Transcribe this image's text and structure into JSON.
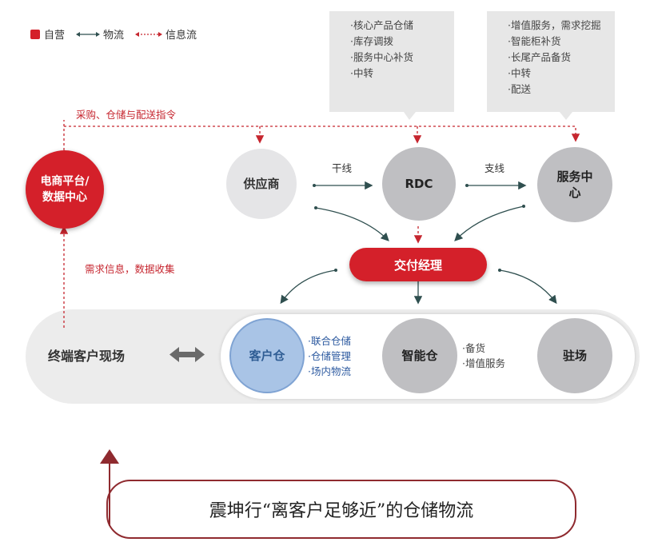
{
  "legend": {
    "self_operated": "自营",
    "logistics_flow": "物流",
    "info_flow": "信息流"
  },
  "callout_rdc": [
    "·核心产品仓储",
    "·库存调拨",
    "·服务中心补货",
    "·中转"
  ],
  "callout_service": [
    "·增值服务，需求挖掘",
    "·智能柜补货",
    "·长尾产品备货",
    "·中转",
    "·配送"
  ],
  "nodes": {
    "ecommerce": "电商平台/数据中心",
    "supplier": "供应商",
    "rdc": "RDC",
    "service_center": "服务中心",
    "delivery_manager": "交付经理",
    "customer_site": "终端客户现场",
    "customer_warehouse": "客户仓",
    "smart_warehouse": "智能仓",
    "onsite": "驻场"
  },
  "labels": {
    "procurement": "采购、仓储与配送指令",
    "trunk": "干线",
    "branch": "支线",
    "demand_info": "需求信息，数据收集"
  },
  "customer_warehouse_services": [
    "·联合仓储",
    "·仓储管理",
    "·场内物流"
  ],
  "smart_warehouse_services": [
    "·备货",
    "·增值服务"
  ],
  "caption": "震坤行“离客户足够近”的仓储物流",
  "colors": {
    "red": "#d4202a",
    "dark_green": "#2f4f4f",
    "blue": "#2d5aa0"
  }
}
